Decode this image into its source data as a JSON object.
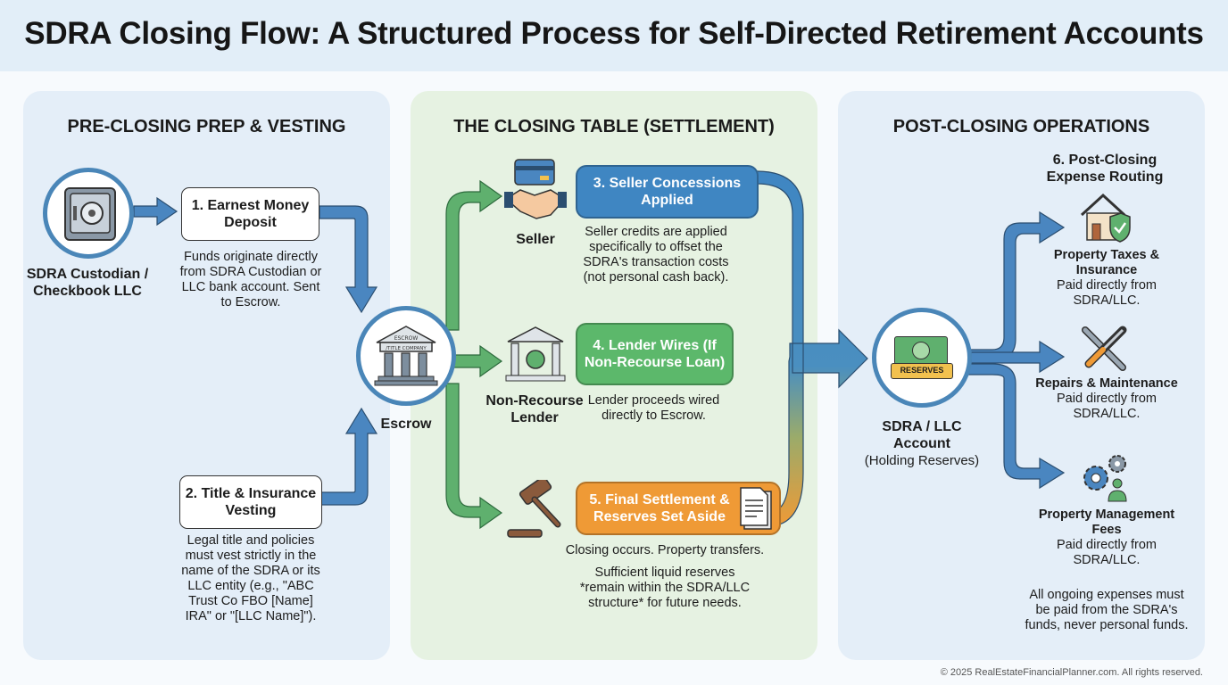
{
  "title": "SDRA Closing Flow: A Structured Process for Self-Directed Retirement Accounts",
  "colors": {
    "blue": "#3f86c2",
    "green": "#5cb86b",
    "orange": "#ef9a36",
    "panel_blue": "#e4eef8",
    "panel_green": "#e6f2e2"
  },
  "pre": {
    "title": "PRE-CLOSING PREP & VESTING",
    "custodian_label": "SDRA Custodian / Checkbook LLC",
    "custodian_icon": "safe-icon",
    "step1": {
      "title": "1. Earnest Money Deposit",
      "desc": "Funds originate directly from SDRA Custodian or LLC bank account. Sent to Escrow."
    },
    "step2": {
      "title": "2. Title & Insurance Vesting",
      "desc": "Legal title and policies must vest strictly in the name of the SDRA or its LLC entity (e.g., \"ABC Trust Co FBO [Name] IRA\" or \"[LLC Name]\")."
    }
  },
  "closing": {
    "title": "THE CLOSING TABLE (SETTLEMENT)",
    "escrow_label": "Escrow",
    "escrow_sign": "ESCROW / TITLE COMPANY",
    "seller_label": "Seller",
    "lender_label": "Non-Recourse Lender",
    "step3": {
      "title": "3. Seller Concessions Applied",
      "desc": "Seller credits are applied specifically to offset the SDRA's transaction costs (not personal cash back)."
    },
    "step4": {
      "title": "4. Lender Wires (If Non-Recourse Loan)",
      "desc": "Lender proceeds wired directly to Escrow."
    },
    "step5": {
      "title": "5. Final Settlement & Reserves Set Aside",
      "desc1": "Closing occurs. Property transfers.",
      "desc2": "Sufficient liquid reserves *remain within the SDRA/LLC structure* for future needs."
    }
  },
  "post": {
    "title": "POST-CLOSING OPERATIONS",
    "account_label": "SDRA / LLC Account",
    "account_sub": "(Holding Reserves)",
    "reserves_tag": "RESERVES",
    "step6_title": "6. Post-Closing Expense Routing",
    "items": [
      {
        "title": "Property Taxes & Insurance",
        "desc": "Paid directly from SDRA/LLC.",
        "icon": "house-shield-icon"
      },
      {
        "title": "Repairs & Maintenance",
        "desc": "Paid directly from SDRA/LLC.",
        "icon": "wrench-screwdriver-icon"
      },
      {
        "title": "Property Management Fees",
        "desc": "Paid directly from SDRA/LLC.",
        "icon": "gears-person-icon"
      }
    ],
    "note": "All ongoing expenses must be paid from the SDRA's funds, never personal funds."
  },
  "footer": "© 2025 RealEstateFinancialPlanner.com. All rights reserved."
}
